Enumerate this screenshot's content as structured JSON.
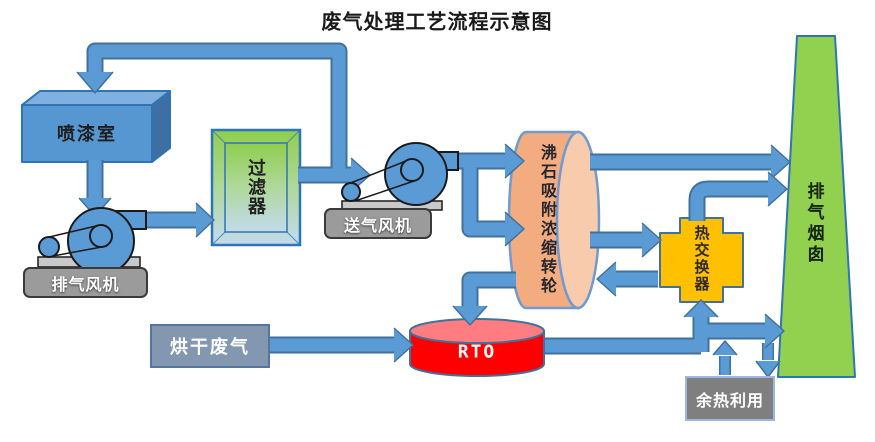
{
  "title": "废气处理工艺流程示意图",
  "nodes": {
    "spray_booth": {
      "label": "喷漆室"
    },
    "exhaust_fan": {
      "label": "排气风机"
    },
    "filter": {
      "label": "过滤器"
    },
    "supply_fan": {
      "label": "送气风机"
    },
    "zeolite_rotor": {
      "label": "沸石吸附浓缩转轮"
    },
    "heat_exchanger": {
      "label": "热交换器"
    },
    "rto": {
      "label": "RTO"
    },
    "chimney": {
      "label": "排气烟囱"
    },
    "drying_exhaust": {
      "label": "烘干废气"
    },
    "waste_heat": {
      "label": "余热利用"
    }
  },
  "edges": [
    {
      "from": "spray_booth",
      "to": "exhaust_fan"
    },
    {
      "from": "exhaust_fan",
      "to": "filter"
    },
    {
      "from": "filter",
      "to": "supply_fan"
    },
    {
      "from": "filter",
      "to": "spray_booth"
    },
    {
      "from": "supply_fan",
      "to": "zeolite_rotor"
    },
    {
      "from": "supply_fan",
      "to": "zeolite_rotor"
    },
    {
      "from": "zeolite_rotor",
      "to": "chimney"
    },
    {
      "from": "zeolite_rotor",
      "to": "heat_exchanger"
    },
    {
      "from": "heat_exchanger",
      "to": "zeolite_rotor"
    },
    {
      "from": "heat_exchanger",
      "to": "chimney"
    },
    {
      "from": "zeolite_rotor",
      "to": "rto"
    },
    {
      "from": "drying_exhaust",
      "to": "rto"
    },
    {
      "from": "rto",
      "to": "heat_exchanger"
    },
    {
      "from": "rto",
      "to": "chimney"
    },
    {
      "from": "rto",
      "to": "waste_heat"
    },
    {
      "from": "waste_heat",
      "to": "rto"
    }
  ],
  "colors": {
    "pipe": "#5B9BD5",
    "pipe_border": "#41719C",
    "cube_front": "#5697D1",
    "cube_top": "#7FB0DF",
    "cube_side": "#3E6FA3",
    "cube_border": "#2E75B6",
    "filter_top": "#8FCE4E",
    "filter_bottom": "#C3DAEE",
    "filter_border": "#2E75B6",
    "fan_blue": "#5B9BD5",
    "fan_plate_bg": "#9B9B9B",
    "rotor_body": "#F2AC80",
    "rotor_cap": "#F8CBAD",
    "rotor_border": "#6F9BD0",
    "hx_fill": "#FFC000",
    "hx_border": "#41719C",
    "chimney_fill": "#92D050",
    "chimney_border": "#2E75B6",
    "rto_body": "#FE0000",
    "rto_top": "#FF7C80",
    "rto_border": "#41719C",
    "drying_fill": "#8497B0",
    "waste_heat_fill": "#7F7F7F",
    "text_dark": "#1F1F1F",
    "text_light": "#FFFFFF"
  }
}
